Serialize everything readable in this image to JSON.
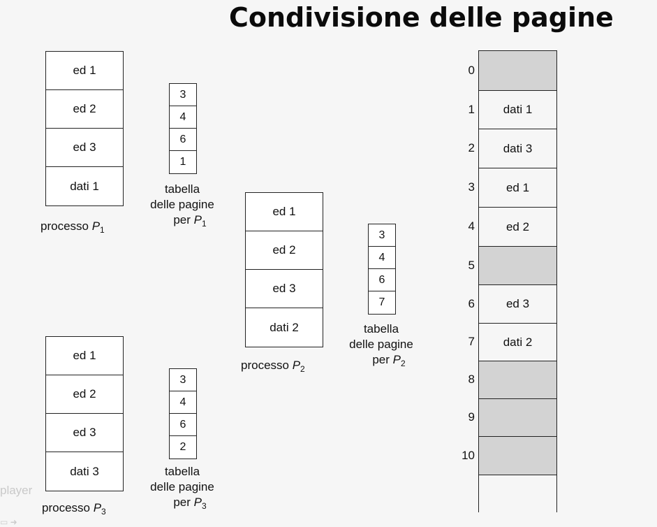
{
  "title": "Condivisione delle pagine",
  "processes": [
    {
      "id": "p1",
      "pages": [
        "ed 1",
        "ed 2",
        "ed 3",
        "dati  1"
      ],
      "caption_text": "processo ",
      "caption_var": "P",
      "caption_sub": "1",
      "page_table": [
        "3",
        "4",
        "6",
        "1"
      ],
      "table_caption_l1": "tabella",
      "table_caption_l2": "delle pagine",
      "table_caption_l3": "per ",
      "table_caption_var": "P",
      "table_caption_sub": "1"
    },
    {
      "id": "p2",
      "pages": [
        "ed 1",
        "ed 2",
        "ed 3",
        "dati  2"
      ],
      "caption_text": "processo ",
      "caption_var": "P",
      "caption_sub": "2",
      "page_table": [
        "3",
        "4",
        "6",
        "7"
      ],
      "table_caption_l1": "tabella",
      "table_caption_l2": "delle pagine",
      "table_caption_l3": "per ",
      "table_caption_var": "P",
      "table_caption_sub": "2"
    },
    {
      "id": "p3",
      "pages": [
        "ed 1",
        "ed 2",
        "ed 3",
        "dati  3"
      ],
      "caption_text": "processo ",
      "caption_var": "P",
      "caption_sub": "3",
      "page_table": [
        "3",
        "4",
        "6",
        "2"
      ],
      "table_caption_l1": "tabella",
      "table_caption_l2": "delle pagine",
      "table_caption_l3": "per ",
      "table_caption_var": "P",
      "table_caption_sub": "3"
    }
  ],
  "physical_memory": [
    {
      "index": "0",
      "content": ""
    },
    {
      "index": "1",
      "content": "dati  1"
    },
    {
      "index": "2",
      "content": "dati  3"
    },
    {
      "index": "3",
      "content": "ed 1"
    },
    {
      "index": "4",
      "content": "ed 2"
    },
    {
      "index": "5",
      "content": ""
    },
    {
      "index": "6",
      "content": "ed 3"
    },
    {
      "index": "7",
      "content": "dati  2"
    },
    {
      "index": "8",
      "content": ""
    },
    {
      "index": "9",
      "content": ""
    },
    {
      "index": "10",
      "content": ""
    }
  ],
  "watermark": "player",
  "colors": {
    "empty_frame": "#d3d3d3",
    "border": "#222222",
    "background": "#f6f6f6"
  }
}
